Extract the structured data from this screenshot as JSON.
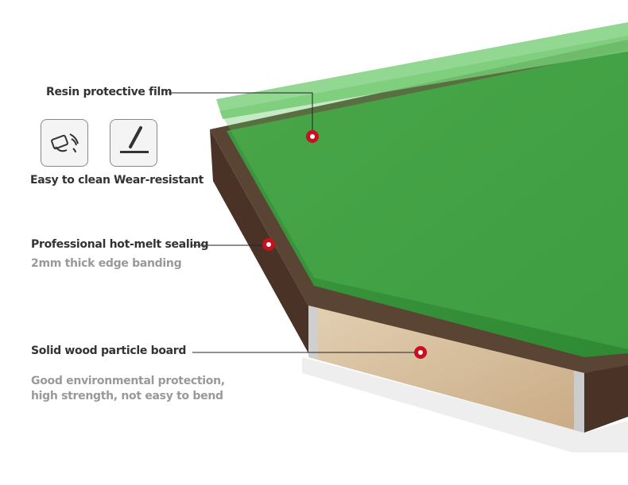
{
  "labels": {
    "resin": "Resin protective film",
    "easy_clean": "Easy to clean",
    "wear": "Wear-resistant",
    "sealing": "Professional hot-melt sealing",
    "sealing_sub": "2mm thick edge banding",
    "board": "Solid wood particle board",
    "board_sub_1": "Good environmental protection,",
    "board_sub_2": "high strength, not easy to bend"
  },
  "colors": {
    "green": "#4da84d",
    "marker": "#c8101e",
    "edge": "#4a3226",
    "particle": "#d8c3a5"
  }
}
